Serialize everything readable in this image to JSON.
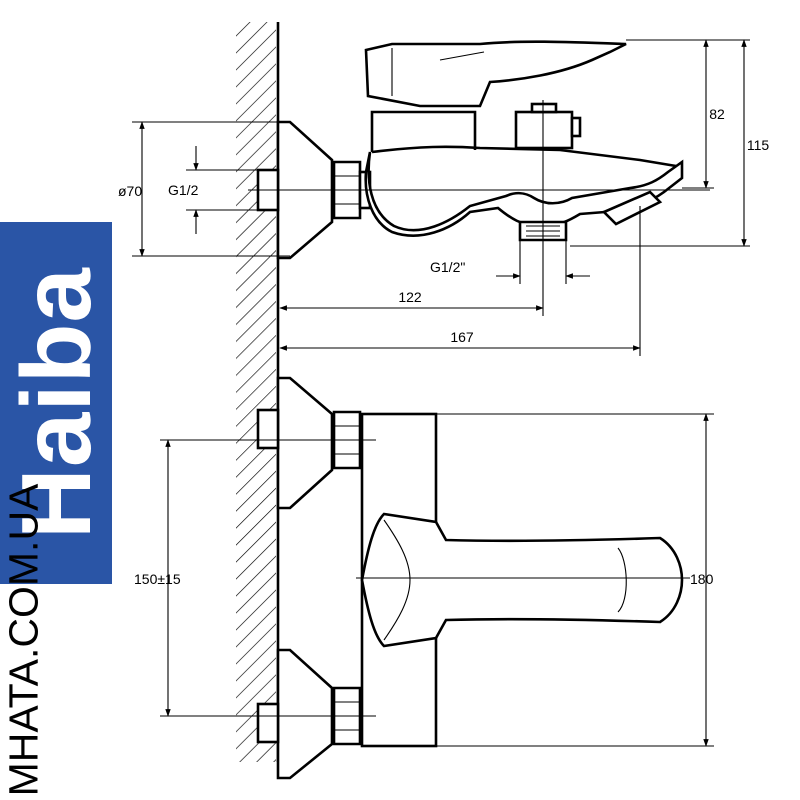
{
  "brand": {
    "name": "Haiba",
    "site": "MHATA.COM.UA",
    "color": "#2a55a6"
  },
  "dimensions": {
    "height_top_to_spout": "82",
    "height_total": "115",
    "flange_diameter": "ø70",
    "inlet_thread": "G1/2",
    "outlet_thread": "G1/2\"",
    "depth_outlet": "122",
    "depth_spout": "167",
    "inlet_spacing": "150±15",
    "body_width": "180"
  }
}
